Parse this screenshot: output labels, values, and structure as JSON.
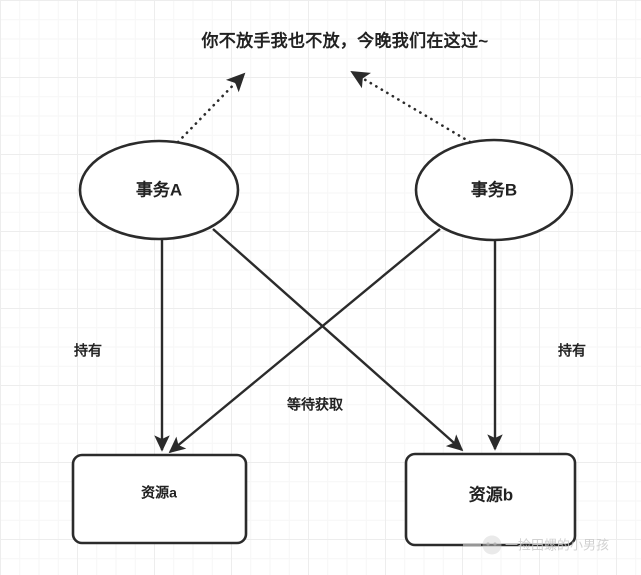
{
  "diagram": {
    "title_note": "你不放手我也不放，今晚我们在这过~",
    "nodes": {
      "transaction_a": {
        "label": "事务A",
        "shape": "ellipse"
      },
      "transaction_b": {
        "label": "事务B",
        "shape": "ellipse"
      },
      "resource_a": {
        "label": "资源a",
        "shape": "rounded-rect"
      },
      "resource_b": {
        "label": "资源b",
        "shape": "rounded-rect"
      }
    },
    "edges": {
      "hold_left": {
        "label": "持有",
        "from": "事务A",
        "to": "资源a",
        "style": "solid"
      },
      "hold_right": {
        "label": "持有",
        "from": "事务B",
        "to": "资源b",
        "style": "solid"
      },
      "wait_acquire": {
        "label": "等待获取",
        "from": "事务A",
        "to": "资源b",
        "style": "solid"
      },
      "wait_acquire_2": {
        "label": "",
        "from": "事务B",
        "to": "资源a",
        "style": "solid"
      },
      "note_left": {
        "label": "",
        "from": "事务A",
        "to": "note",
        "style": "dotted"
      },
      "note_right": {
        "label": "",
        "from": "事务B",
        "to": "note",
        "style": "dotted"
      }
    },
    "watermark": {
      "text": "一捡田螺的小男孩"
    },
    "colors": {
      "stroke": "#2b2b2b",
      "fill": "#ffffff",
      "text": "#222222",
      "grid_minor": "#f6f6f6",
      "grid_major": "#ededed",
      "watermark": "#c9c9c9"
    }
  }
}
